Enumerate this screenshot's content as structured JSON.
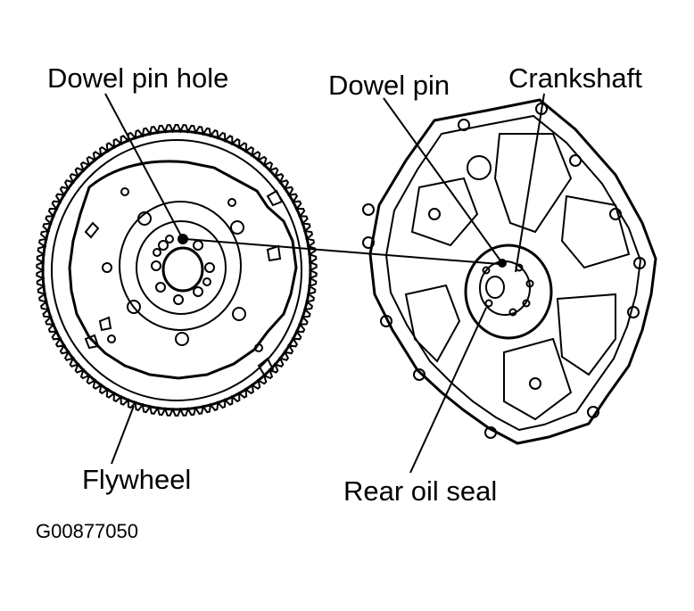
{
  "labels": {
    "dowel_pin_hole": "Dowel pin hole",
    "dowel_pin": "Dowel pin",
    "crankshaft": "Crankshaft",
    "flywheel": "Flywheel",
    "rear_oil_seal": "Rear oil seal",
    "figure_code": "G00877050"
  },
  "colors": {
    "ink": "#000000",
    "paper": "#ffffff"
  }
}
